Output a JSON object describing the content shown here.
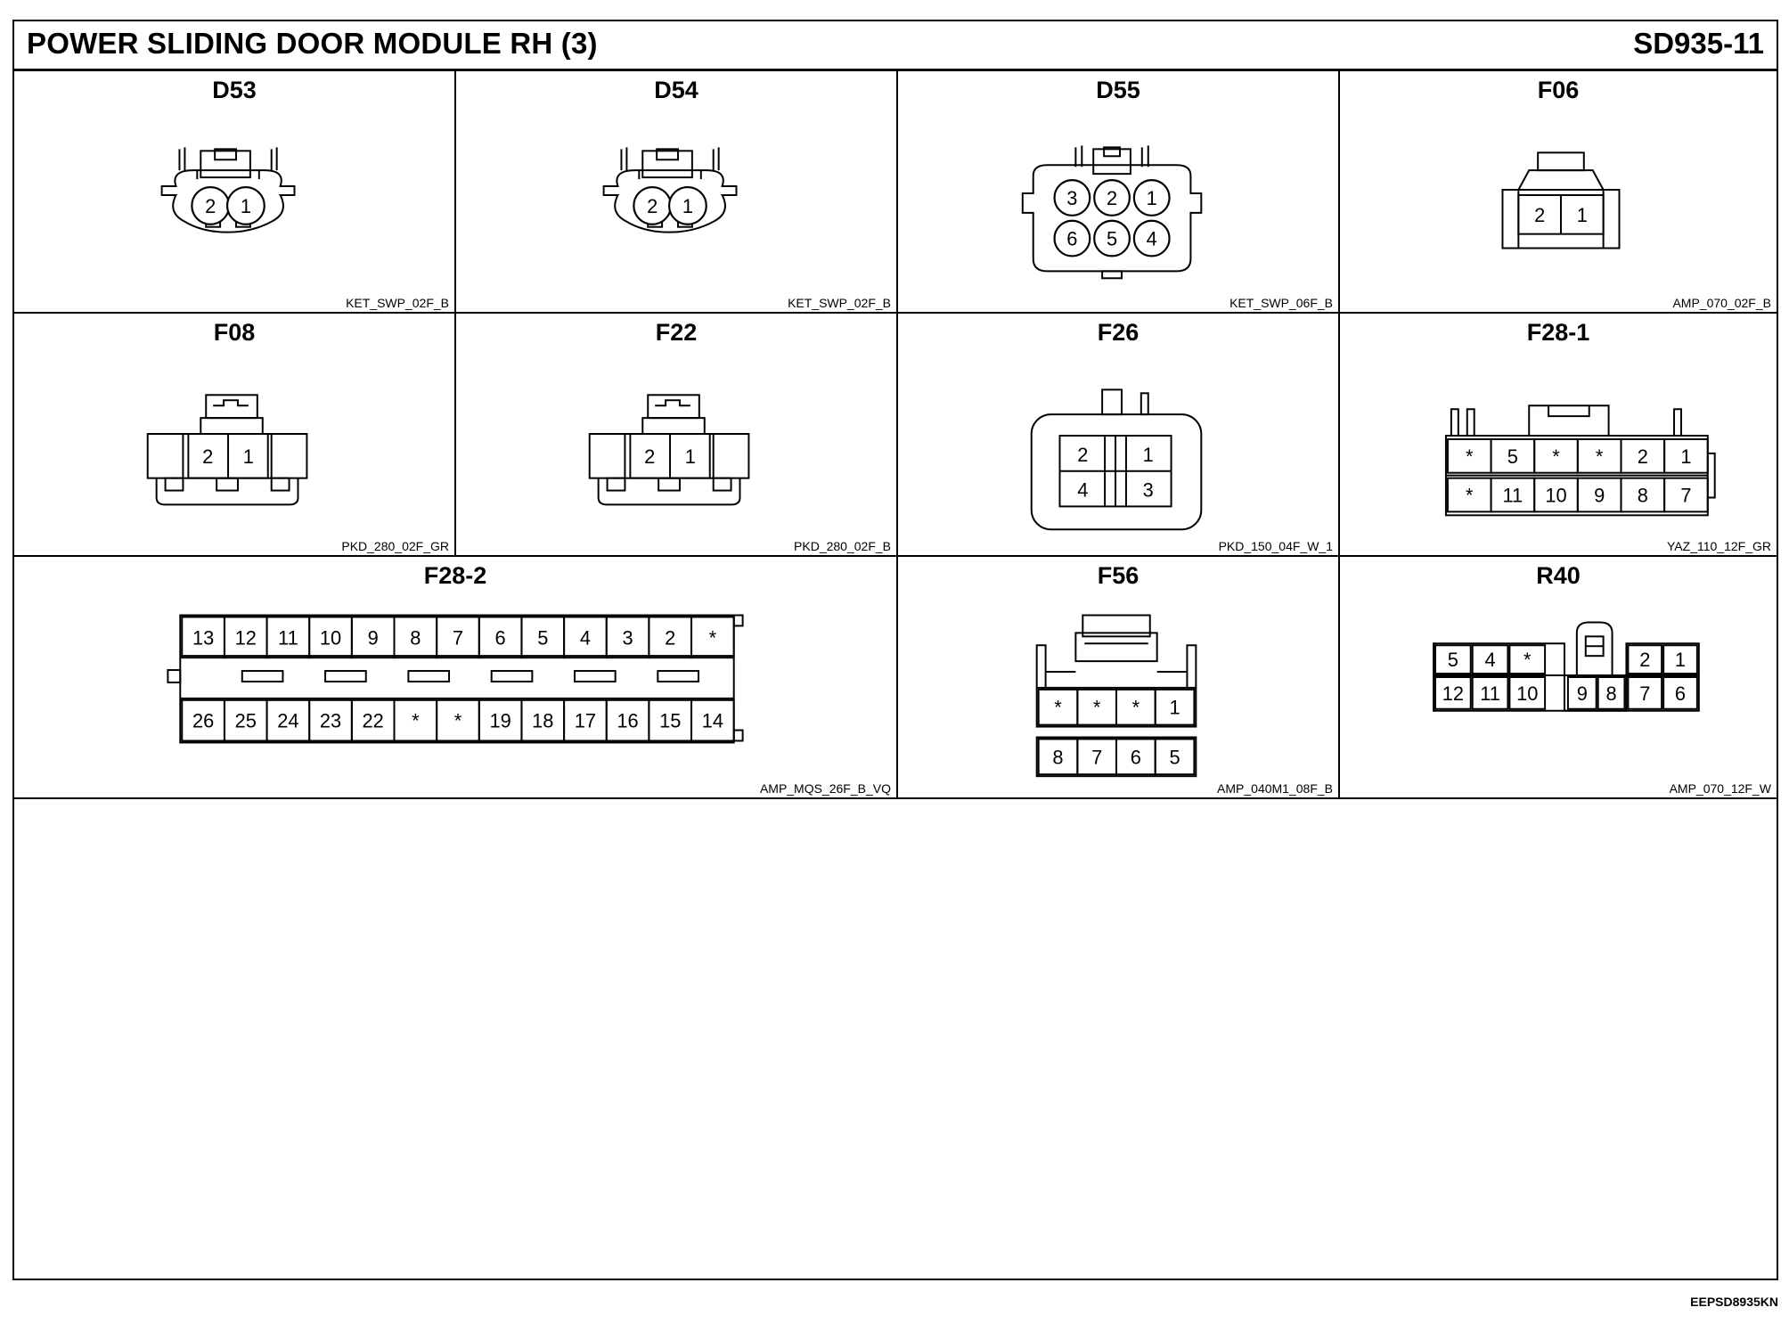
{
  "header": {
    "title": "POWER SLIDING DOOR MODULE RH (3)",
    "code": "SD935-11"
  },
  "connectors": {
    "D53": {
      "name": "D53",
      "part": "KET_SWP_02F_B",
      "pins": [
        "2",
        "1"
      ]
    },
    "D54": {
      "name": "D54",
      "part": "KET_SWP_02F_B",
      "pins": [
        "2",
        "1"
      ]
    },
    "D55": {
      "name": "D55",
      "part": "KET_SWP_06F_B",
      "pins": [
        "3",
        "2",
        "1",
        "6",
        "5",
        "4"
      ]
    },
    "F06": {
      "name": "F06",
      "part": "AMP_070_02F_B",
      "pins": [
        "2",
        "1"
      ]
    },
    "F08": {
      "name": "F08",
      "part": "PKD_280_02F_GR",
      "pins": [
        "2",
        "1"
      ]
    },
    "F22": {
      "name": "F22",
      "part": "PKD_280_02F_B",
      "pins": [
        "2",
        "1"
      ]
    },
    "F26": {
      "name": "F26",
      "part": "PKD_150_04F_W_1",
      "pins": [
        "2",
        "1",
        "4",
        "3"
      ]
    },
    "F28_1": {
      "name": "F28-1",
      "part": "YAZ_110_12F_GR",
      "pins": [
        "*",
        "5",
        "*",
        "*",
        "2",
        "1",
        "*",
        "11",
        "10",
        "9",
        "8",
        "7"
      ]
    },
    "F28_2": {
      "name": "F28-2",
      "part": "AMP_MQS_26F_B_VQ",
      "pins": [
        "13",
        "12",
        "11",
        "10",
        "9",
        "8",
        "7",
        "6",
        "5",
        "4",
        "3",
        "2",
        "*",
        "26",
        "25",
        "24",
        "23",
        "22",
        "*",
        "*",
        "19",
        "18",
        "17",
        "16",
        "15",
        "14"
      ]
    },
    "F56": {
      "name": "F56",
      "part": "AMP_040M1_08F_B",
      "pins": [
        "*",
        "*",
        "*",
        "1",
        "8",
        "7",
        "6",
        "5"
      ]
    },
    "R40": {
      "name": "R40",
      "part": "AMP_070_12F_W",
      "pins": [
        "5",
        "4",
        "*",
        "2",
        "1",
        "12",
        "11",
        "10",
        "9",
        "8",
        "7",
        "6"
      ]
    }
  },
  "footer": {
    "code": "EEPSD8935KN"
  }
}
